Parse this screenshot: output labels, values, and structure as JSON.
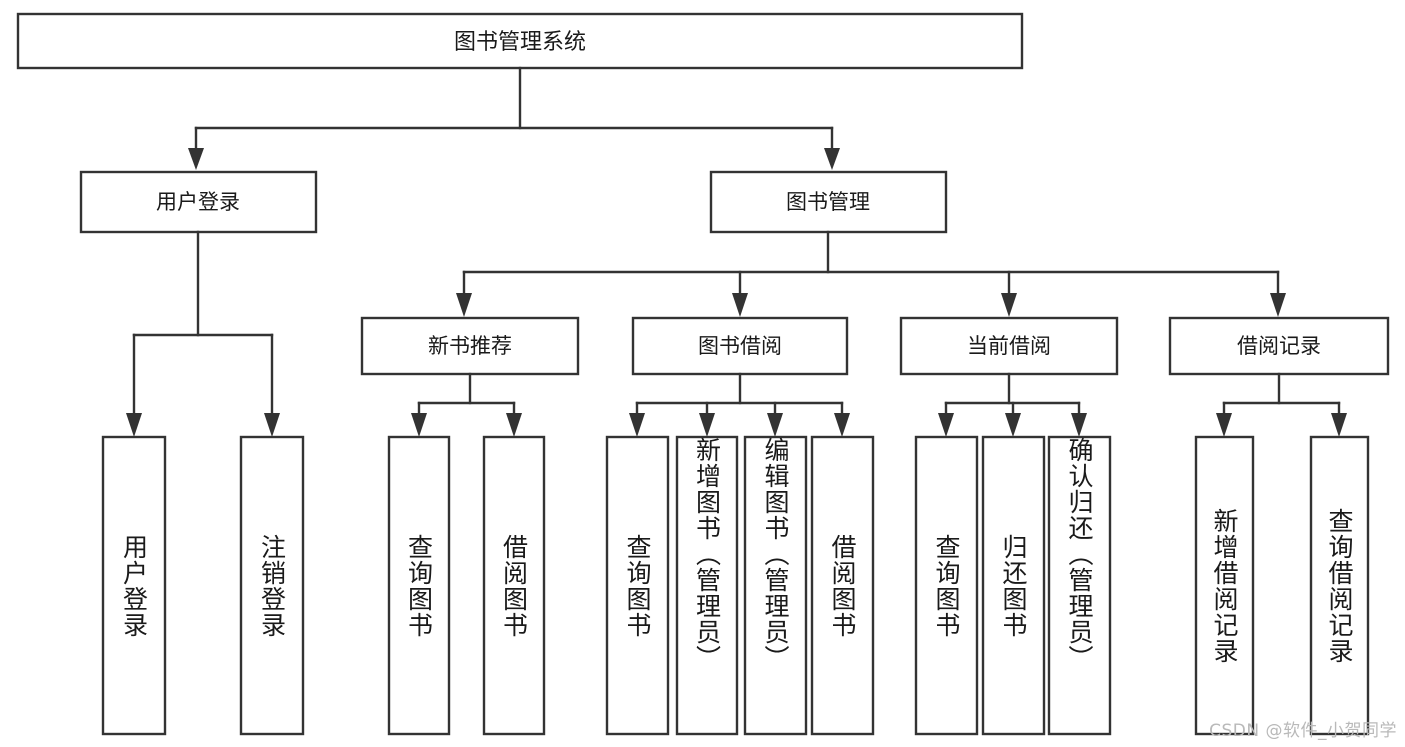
{
  "diagram": {
    "type": "tree",
    "title": "图书管理系统",
    "watermark": "CSDN @软件_小贺同学",
    "colors": {
      "box_stroke": "#333333",
      "box_fill": "#ffffff",
      "text": "#1a1a1a",
      "background": "#ffffff",
      "watermark": "#b9b9b9"
    },
    "levels": {
      "root": {
        "label": "图书管理系统"
      },
      "level2": [
        {
          "label": "用户登录"
        },
        {
          "label": "图书管理"
        }
      ],
      "level3": [
        {
          "label": "新书推荐"
        },
        {
          "label": "图书借阅"
        },
        {
          "label": "当前借阅"
        },
        {
          "label": "借阅记录"
        }
      ],
      "leaves": {
        "user_login": [
          {
            "label": "用户登录"
          },
          {
            "label": "注销登录"
          }
        ],
        "new_book_recommend": [
          {
            "label": "查询图书"
          },
          {
            "label": "借阅图书"
          }
        ],
        "book_borrow": [
          {
            "label": "查询图书"
          },
          {
            "label": "新增图书（管理员）"
          },
          {
            "label": "编辑图书（管理员）"
          },
          {
            "label": "借阅图书"
          }
        ],
        "current_borrow": [
          {
            "label": "查询图书"
          },
          {
            "label": "归还图书"
          },
          {
            "label": "确认归还（管理员）"
          }
        ],
        "borrow_records": [
          {
            "label": "新增借阅记录"
          },
          {
            "label": "查询借阅记录"
          }
        ]
      }
    },
    "edges": [
      {
        "from": "图书管理系统",
        "to": "用户登录"
      },
      {
        "from": "图书管理系统",
        "to": "图书管理"
      },
      {
        "from": "图书管理",
        "to": "新书推荐"
      },
      {
        "from": "图书管理",
        "to": "图书借阅"
      },
      {
        "from": "图书管理",
        "to": "当前借阅"
      },
      {
        "from": "图书管理",
        "to": "借阅记录"
      },
      {
        "from": "用户登录",
        "to": "用户登录"
      },
      {
        "from": "用户登录",
        "to": "注销登录"
      },
      {
        "from": "新书推荐",
        "to": "查询图书"
      },
      {
        "from": "新书推荐",
        "to": "借阅图书"
      },
      {
        "from": "图书借阅",
        "to": "查询图书"
      },
      {
        "from": "图书借阅",
        "to": "新增图书（管理员）"
      },
      {
        "from": "图书借阅",
        "to": "编辑图书（管理员）"
      },
      {
        "from": "图书借阅",
        "to": "借阅图书"
      },
      {
        "from": "当前借阅",
        "to": "查询图书"
      },
      {
        "from": "当前借阅",
        "to": "归还图书"
      },
      {
        "from": "当前借阅",
        "to": "确认归还（管理员）"
      },
      {
        "from": "借阅记录",
        "to": "新增借阅记录"
      },
      {
        "from": "借阅记录",
        "to": "查询借阅记录"
      }
    ]
  }
}
